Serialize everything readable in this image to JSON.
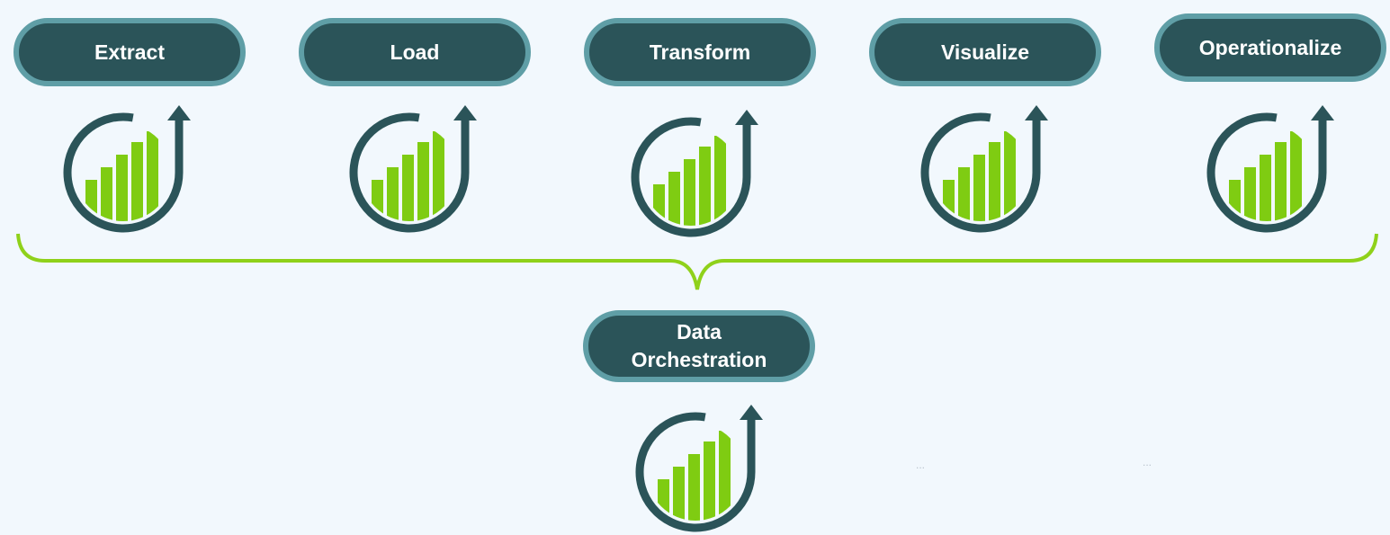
{
  "stages": [
    {
      "label": "Extract",
      "icon": "growth-chart-icon"
    },
    {
      "label": "Load",
      "icon": "growth-chart-icon"
    },
    {
      "label": "Transform",
      "icon": "growth-chart-icon"
    },
    {
      "label": "Visualize",
      "icon": "growth-chart-icon"
    },
    {
      "label": "Operationalize",
      "icon": "growth-chart-icon"
    }
  ],
  "result": {
    "label_line1": "Data",
    "label_line2": "Orchestration",
    "icon": "growth-chart-icon"
  },
  "ellipsis": [
    "...",
    "..."
  ],
  "colors": {
    "background": "#f2f8fd",
    "pill_fill": "#2b5459",
    "pill_border": "#5f9ea6",
    "icon_dark": "#2b5459",
    "bar_green": "#7fcc12",
    "bracket_green": "#8fd11a"
  }
}
